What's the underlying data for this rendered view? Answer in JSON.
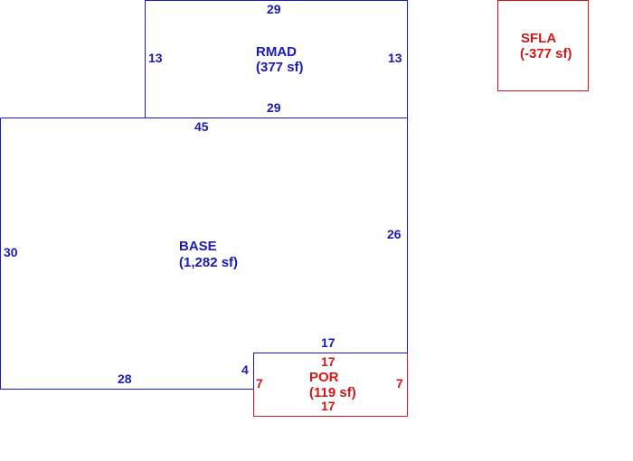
{
  "colors": {
    "base": "#1a1ab8",
    "porch": "#d01818"
  },
  "areas": {
    "rmad": {
      "name": "RMAD",
      "area": "(377 sf)"
    },
    "base": {
      "name": "BASE",
      "area": "(1,282 sf)"
    },
    "por": {
      "name": "POR",
      "area": "(119 sf)"
    },
    "sfla": {
      "name": "SFLA",
      "area": "(-377 sf)"
    }
  },
  "dimensions": {
    "rmad_top": "29",
    "rmad_left": "13",
    "rmad_right": "13",
    "rmad_bottom": "29",
    "base_top": "45",
    "base_left": "30",
    "base_right": "26",
    "base_step_top": "17",
    "base_step_side": "4",
    "base_bottom": "28",
    "por_top": "17",
    "por_left": "7",
    "por_right": "7",
    "por_bottom": "17"
  }
}
